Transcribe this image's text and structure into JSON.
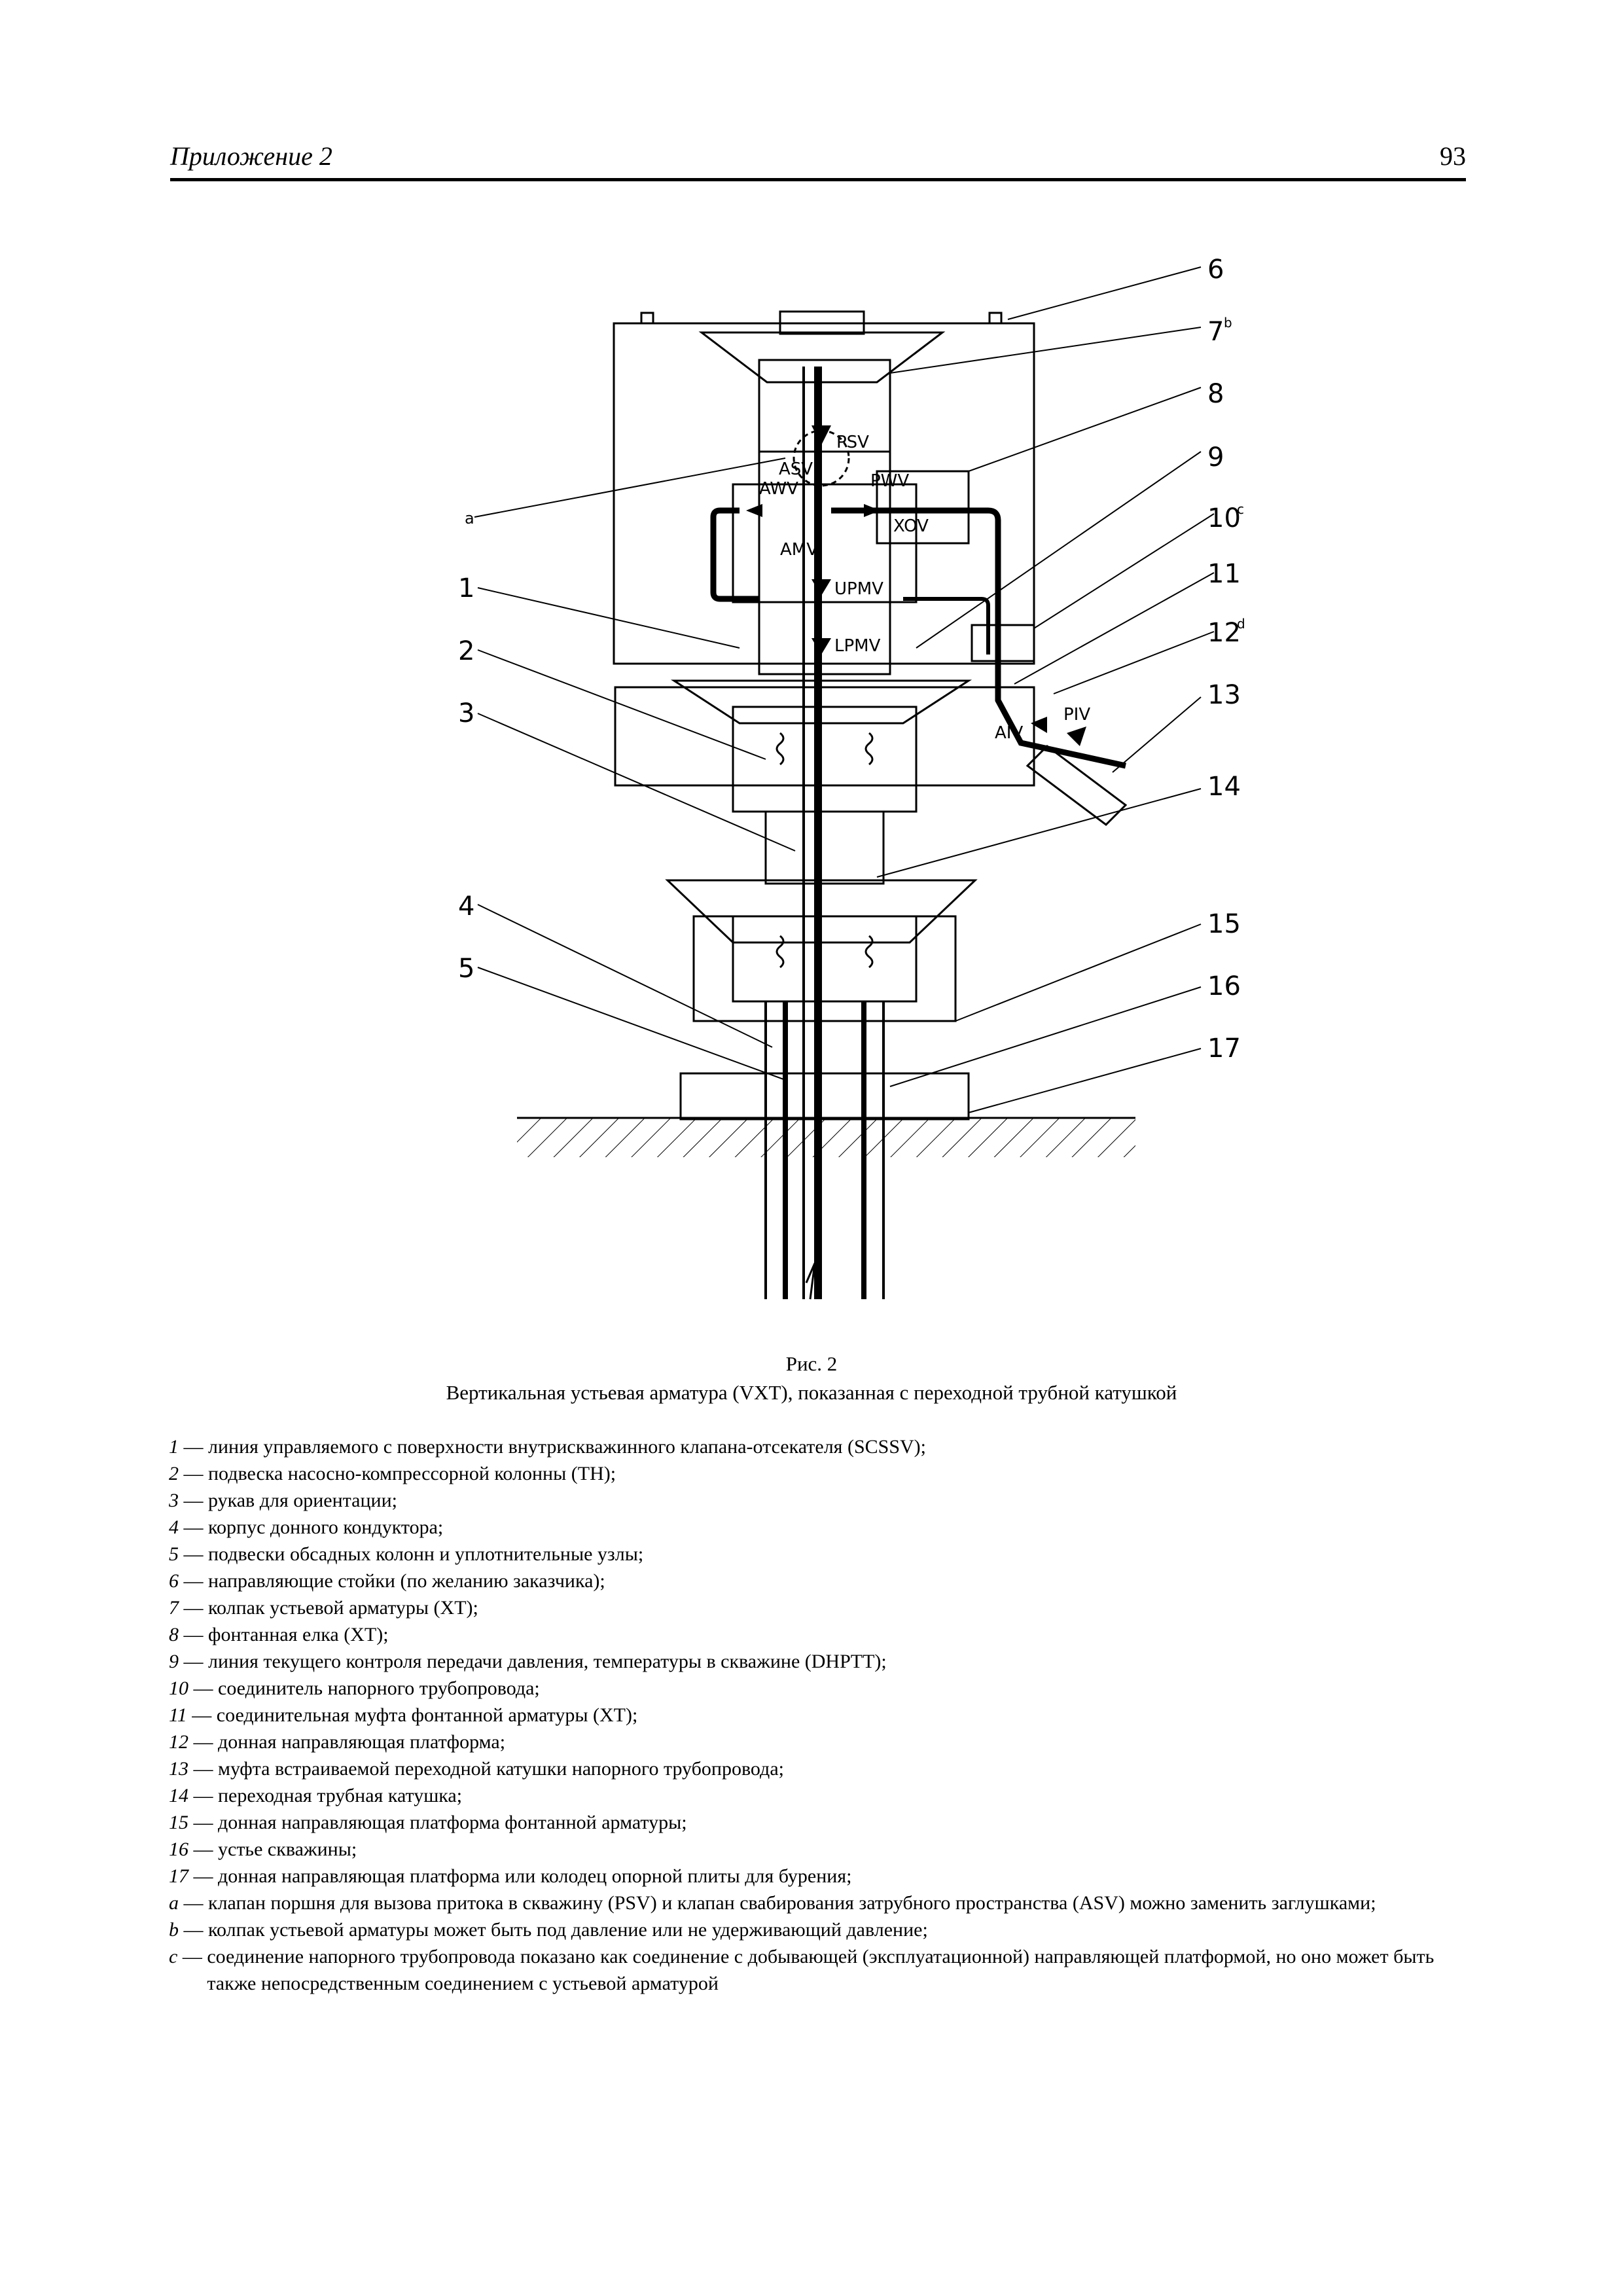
{
  "header": {
    "running_title": "Приложение 2",
    "page_number": "93"
  },
  "figure": {
    "callouts": [
      "6",
      "7",
      "8",
      "9",
      "10",
      "11",
      "12",
      "1",
      "2",
      "3",
      "13",
      "14",
      "4",
      "5",
      "15",
      "16",
      "17",
      "a"
    ],
    "callout_superscripts": {
      "7": "b",
      "10": "c",
      "12": "d"
    },
    "valve_labels": [
      "PSV",
      "ASV",
      "AWV",
      "PWV",
      "XOV",
      "AMV",
      "UPMV",
      "LPMV",
      "AIV",
      "PIV"
    ],
    "caption_number": "Рис. 2",
    "caption_title": "Вертикальная устьевая арматура (VXT), показанная с переходной трубной катушкой"
  },
  "legend": [
    {
      "key": "1",
      "text": "линия управляемого с поверхности внутрискважинного клапана-отсекателя (SCSSV);"
    },
    {
      "key": "2",
      "text": "подвеска насосно-компрессорной колонны (TH);"
    },
    {
      "key": "3",
      "text": "рукав для ориентации;"
    },
    {
      "key": "4",
      "text": "корпус донного кондуктора;"
    },
    {
      "key": "5",
      "text": "подвески обсадных колонн и уплотнительные узлы;"
    },
    {
      "key": "6",
      "text": "направляющие стойки (по желанию заказчика);"
    },
    {
      "key": "7",
      "text": "колпак устьевой арматуры (XT);"
    },
    {
      "key": "8",
      "text": "фонтанная елка (XT);"
    },
    {
      "key": "9",
      "text": "линия текущего контроля передачи давления, температуры в скважине (DHPTT);"
    },
    {
      "key": "10",
      "text": "соединитель напорного трубопровода;"
    },
    {
      "key": "11",
      "text": "соединительная муфта фонтанной арматуры (XT);"
    },
    {
      "key": "12",
      "text": "донная направляющая платформа;"
    },
    {
      "key": "13",
      "text": "муфта встраиваемой переходной катушки напорного трубопровода;"
    },
    {
      "key": "14",
      "text": "переходная трубная катушка;"
    },
    {
      "key": "15",
      "text": "донная направляющая платформа фонтанной арматуры;"
    },
    {
      "key": "16",
      "text": "устье скважины;"
    },
    {
      "key": "17",
      "text": "донная направляющая платформа или колодец опорной плиты для бурения;"
    },
    {
      "key": "a",
      "text": "клапан поршня для вызова притока в скважину (PSV) и клапан свабирования затрубного пространства (ASV) можно заменить заглушками;"
    },
    {
      "key": "b",
      "text": "колпак устьевой арматуры может быть под давление или не удерживающий давление;"
    },
    {
      "key": "c",
      "text": "соединение напорного трубопровода показано как соединение с добывающей (эксплуатационной) направляющей платформой, но оно может быть также непосредственным соединением с устьевой арматурой"
    }
  ]
}
